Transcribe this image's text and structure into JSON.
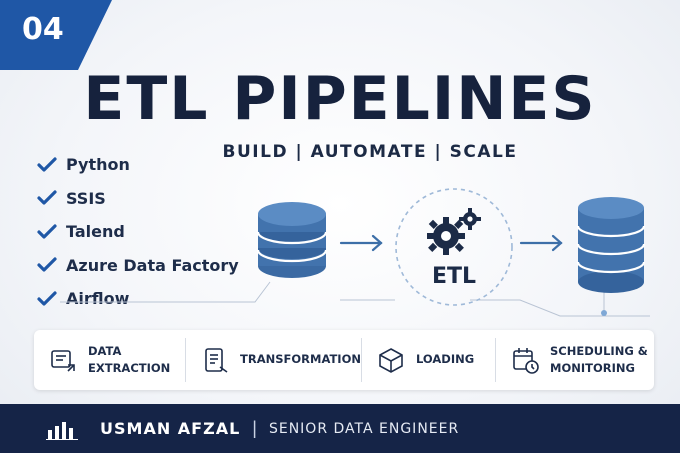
{
  "badge": {
    "number": "04",
    "color": "#1f57a6"
  },
  "title": "ETL PIPELINES",
  "subtitle": "BUILD | AUTOMATE | SCALE",
  "tools": [
    {
      "label": "Python",
      "icon": "check-icon"
    },
    {
      "label": "SSIS",
      "icon": "check-icon"
    },
    {
      "label": "Talend",
      "icon": "check-icon"
    },
    {
      "label": "Azure Data Factory",
      "icon": "check-icon"
    },
    {
      "label": "Airflow",
      "icon": "check-icon"
    }
  ],
  "diagram": {
    "source_icon": "database-icon",
    "process_icon": "gears-icon",
    "process_label": "ETL",
    "target_icon": "database-stack-icon",
    "accent": "#3d6fa8"
  },
  "steps": [
    {
      "label": "DATA\nEXTRACTION",
      "icon": "extraction-icon"
    },
    {
      "label": "TRANSFORMATION",
      "icon": "transformation-icon"
    },
    {
      "label": "LOADING",
      "icon": "loading-icon"
    },
    {
      "label": "SCHEDULING &\nMONITORING",
      "icon": "scheduling-icon"
    }
  ],
  "footer": {
    "name": "USMAN AFZAL",
    "separator": "|",
    "role": "SENIOR DATA ENGINEER",
    "icon": "bar-chart-icon",
    "background": "#152447"
  }
}
